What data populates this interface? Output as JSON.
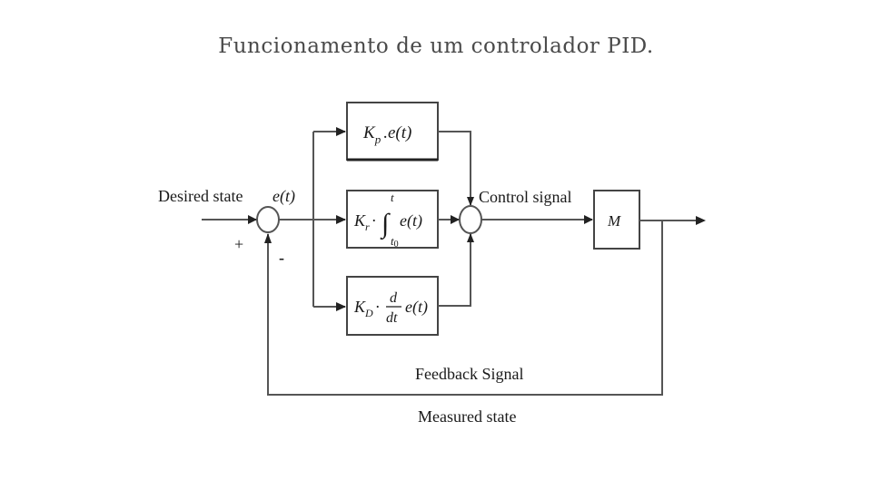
{
  "title": "Funcionamento de um controlador PID.",
  "diagram": {
    "type": "block-diagram",
    "input_label": "Desired state",
    "error_label": "e(t)",
    "plus_sign": "+",
    "minus_sign": "-",
    "control_signal_label": "Control signal",
    "feedback_label": "Feedback Signal",
    "measured_label": "Measured state",
    "blocks": {
      "proportional": {
        "gain": "K",
        "gain_sub": "p",
        "rest": ".e(t)"
      },
      "integral": {
        "gain": "K",
        "gain_sub": "r",
        "dot": "·",
        "integral_sign": "∫",
        "upper_limit": "t",
        "lower_limit": "t",
        "lower_limit_sub": "0",
        "rest": "e(t)"
      },
      "derivative": {
        "gain": "K",
        "gain_sub": "D",
        "dot": "·",
        "frac_num": "d",
        "frac_den": "dt",
        "rest": "e(t)"
      },
      "plant": {
        "label": "M"
      }
    }
  }
}
